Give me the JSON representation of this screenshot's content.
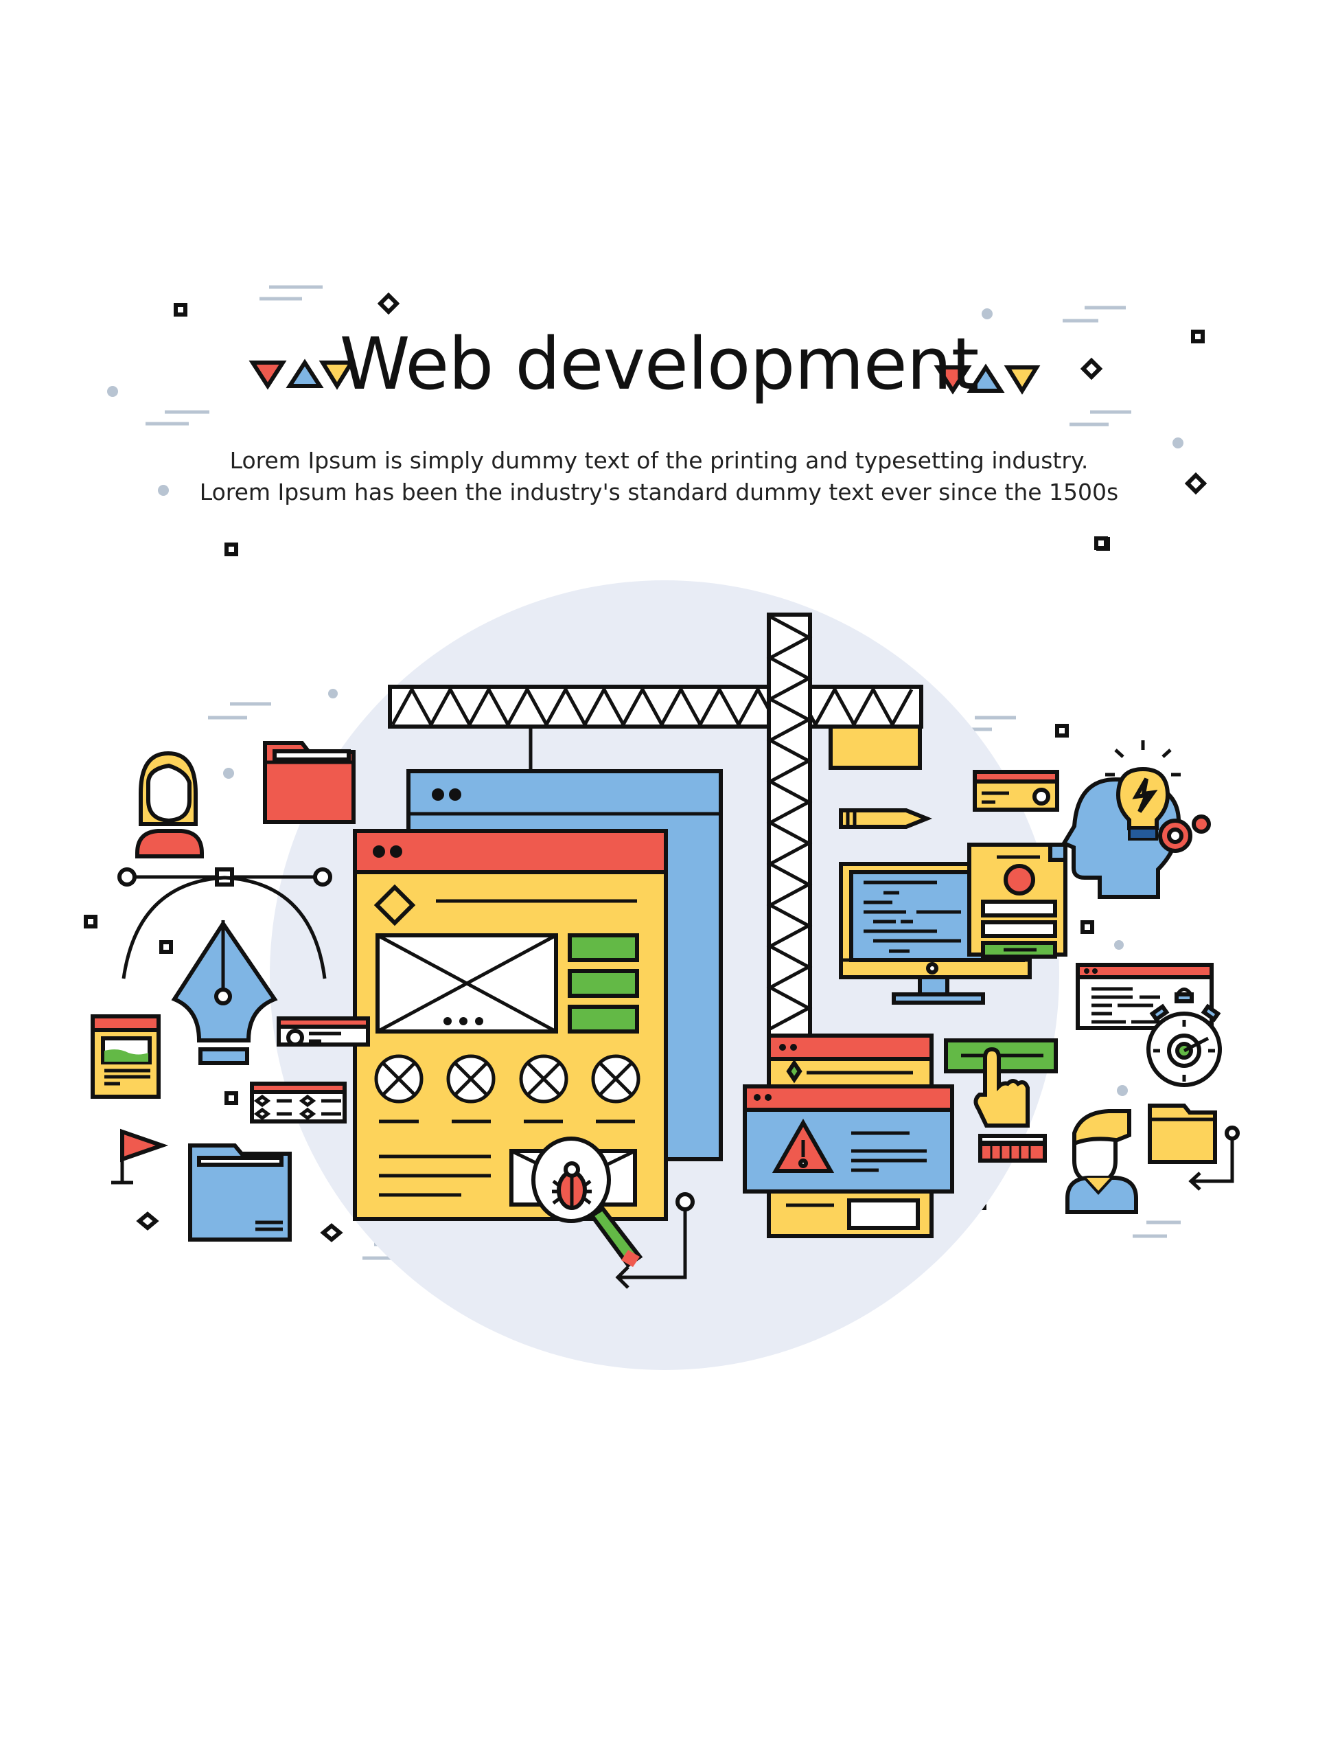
{
  "header": {
    "title": "Web development",
    "subtitle_lines": [
      "Lorem Ipsum is simply dummy text of the printing and typesetting industry.",
      "Lorem Ipsum has been the industry's standard dummy text ever since the 1500s"
    ]
  },
  "palette": {
    "red": "#EF5A4E",
    "blue": "#7FB5E4",
    "yellow": "#FDD35B",
    "green": "#63B946",
    "background_circle": "#E8ECF5",
    "decoration_gray": "#B8C4D2",
    "stroke": "#111111"
  },
  "illustration": {
    "icons": [
      "crane-icon",
      "browser-wireframe-icon",
      "user-female-icon",
      "folder-red-icon",
      "pen-tool-icon",
      "bezier-curve-icon",
      "image-window-icon",
      "profile-card-icon",
      "checklist-window-icon",
      "flag-icon",
      "folder-blue-icon",
      "bug-magnifier-icon",
      "pencil-icon",
      "monitor-code-icon",
      "login-form-icon",
      "idea-head-icon",
      "gear-icon",
      "stopwatch-icon",
      "code-window-icon",
      "click-hand-icon",
      "warning-window-icon",
      "user-male-icon",
      "folder-yellow-icon",
      "arrow-return-icon"
    ]
  }
}
